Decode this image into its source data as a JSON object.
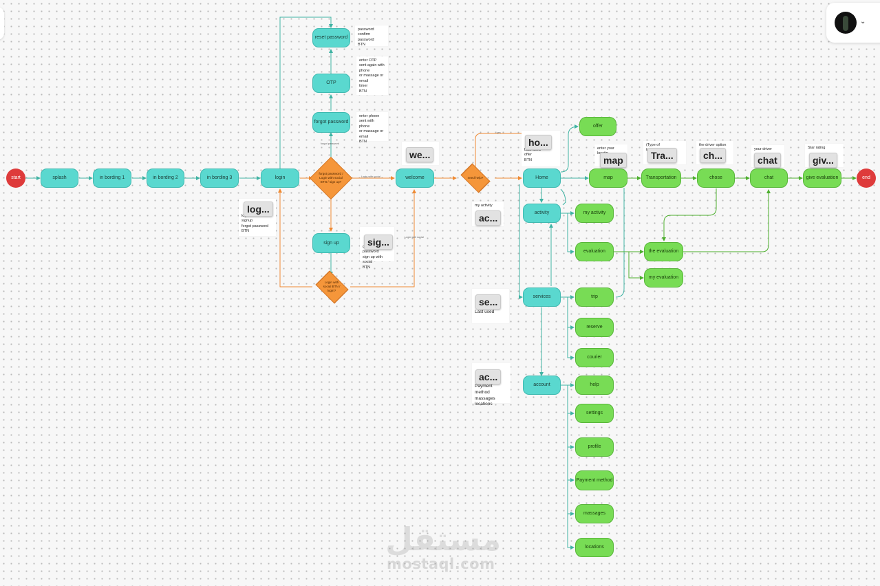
{
  "colors": {
    "screen": "#5ad8cf",
    "feature": "#78dc55",
    "decision": "#f5963a",
    "terminal": "#de3b3b",
    "flow_teal": "#3fb3a3",
    "flow_orange": "#ef8a33",
    "flow_green": "#4daf2e"
  },
  "toolbar": {
    "avatar_icon": "user-avatar-icon",
    "menu_icon": "chevron-down-icon"
  },
  "nodes": {
    "start": "start",
    "splash": "splash",
    "onboarding1": "in bording 1",
    "onboarding2": "in bording 2",
    "onboarding3": "in bording 3",
    "login": "login",
    "forgot_password": "forgot password",
    "otp": "OTP",
    "reset_password": "reset password",
    "sign_up": "sign up",
    "welcome": "welcome",
    "home": "Home",
    "activity": "activity",
    "services": "services",
    "account": "account",
    "offer": "offer",
    "map": "map",
    "transportation": "Transportation",
    "chose": "chose",
    "chat": "chat",
    "give_evaluation": "give evaluation",
    "end": "end",
    "my_activity": "my activity",
    "evaluation": "evaluation",
    "the_evaluation": "the evaluation",
    "my_evaluation": "my evaluation",
    "trip": "trip",
    "reserve": "reserve",
    "courier": "courier",
    "help": "help",
    "settings": "settings",
    "profile": "profile",
    "payment_method": "Payment method",
    "massages": "massages",
    "locations": "locations"
  },
  "decisions": {
    "d_login": "forgot password / Login with social BTN / sign up?",
    "d_signup": "Login with social BTN / login?",
    "d_welcome": "need help?"
  },
  "notes": {
    "reset_password": "password\nconfirm password\nBTN",
    "otp": "enter OTP\nsent again with phone\nor massage or email\ntimer\nBTN",
    "forgot_password": "enter phone\nsent with phone\nor massage or\nemail\nBTN",
    "login": "login\nsignup\nforgot password\nBTN",
    "sign_up": "confirm password\nsign up with social\nBTN",
    "home": "Last used\noffer\nBTN",
    "map": "enter your locatin",
    "transportation": "(Type of transportation)",
    "chose": "the driver option",
    "chat": "your driver",
    "give_evaluation": "Star rating",
    "activity": "my activity",
    "services": "Last used",
    "account": "Payment method\nmassages\nlocations"
  },
  "chips": {
    "welcome": "we...",
    "home": "ho...",
    "map": "map",
    "transportation": "Tra...",
    "chose": "ch...",
    "chat": "chat",
    "give_evaluation": "giv...",
    "login": "log...",
    "activity": "ac...",
    "sign_up": "sig...",
    "services": "se...",
    "account": "ac..."
  },
  "edge_labels": {
    "forgot": "forgot password",
    "signup_to_welcome": "Login with social",
    "login_to_welcome": "Login with social",
    "yes": "yes"
  },
  "watermark": {
    "arabic": "مستقل",
    "latin": "mostaql.com"
  }
}
